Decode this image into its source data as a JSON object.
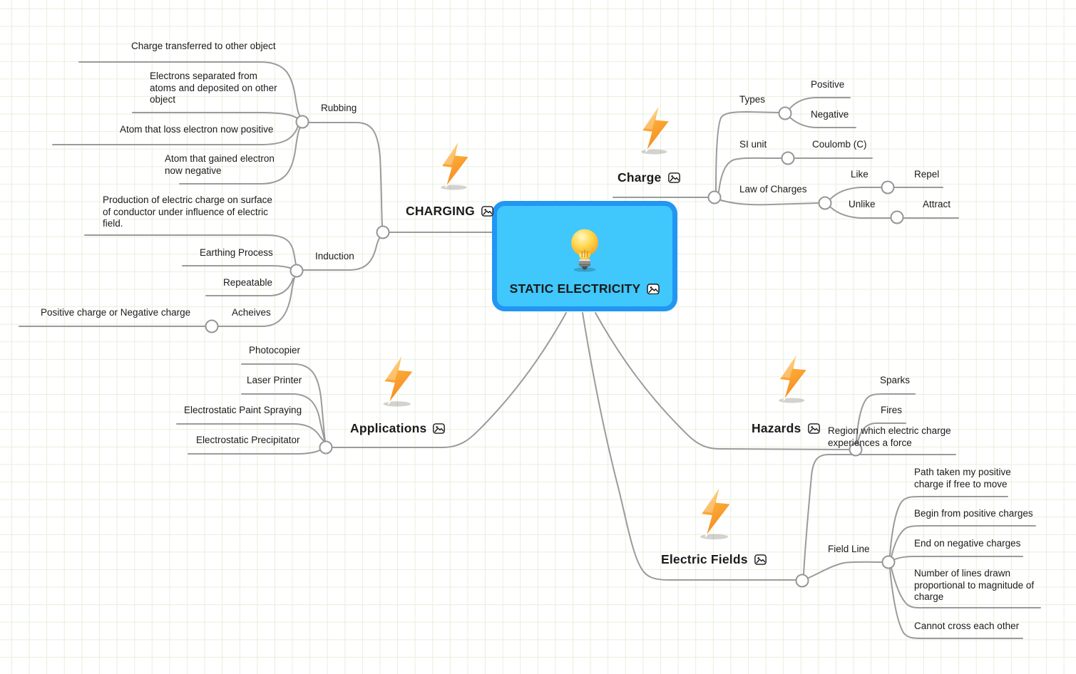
{
  "app": {
    "grid_color": "#e7efdc",
    "edge_color": "#9b9b9b",
    "central_node_fill": "#40c7fb",
    "central_node_border": "#2196f3",
    "lightning_emoji_color": "#f9a825",
    "lightbulb_emoji_color": "#ffd54f"
  },
  "root": {
    "title": "STATIC ELECTRICITY"
  },
  "charging": {
    "label": "CHARGING",
    "rubbing": {
      "label": "Rubbing",
      "charge_transferred": "Charge transferred to other object",
      "electrons_separated": "Electrons separated from atoms and deposited on other object",
      "atom_loss": "Atom that loss electron now positive",
      "atom_gained": "Atom that gained electron now negative"
    },
    "induction": {
      "label": "Induction",
      "production": "Production of electric charge on surface of conductor under influence of electric field.",
      "earthing": "Earthing Process",
      "repeatable": "Repeatable",
      "acheives": {
        "label": "Acheives",
        "result": "Positive charge or Negative charge"
      }
    }
  },
  "charge": {
    "label": "Charge",
    "types": {
      "label": "Types",
      "positive": "Positive",
      "negative": "Negative"
    },
    "si_unit": {
      "label": "SI unit",
      "value": "Coulomb (C)"
    },
    "law_of_charges": {
      "label": "Law of Charges",
      "like": {
        "label": "Like",
        "result": "Repel"
      },
      "unlike": {
        "label": "Unlike",
        "result": "Attract"
      }
    }
  },
  "applications": {
    "label": "Applications",
    "items": [
      "Photocopier",
      "Laser Printer",
      "Electrostatic Paint Spraying",
      "Electrostatic Precipitator"
    ]
  },
  "hazards": {
    "label": "Hazards",
    "items": [
      "Sparks",
      "Fires"
    ]
  },
  "electric_fields": {
    "label": "Electric Fields",
    "region": "Region which electric charge experiences a force",
    "field_line": {
      "label": "Field Line",
      "items": [
        "Path taken my positive charge if free to move",
        "Begin from positive charges",
        "End on negative charges",
        "Number of lines drawn proportional to magnitude of charge",
        "Cannot cross each other"
      ]
    }
  }
}
